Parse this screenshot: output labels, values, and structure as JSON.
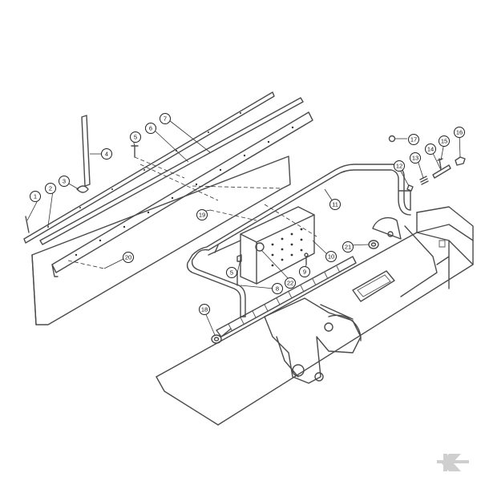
{
  "callouts": [
    {
      "id": "c1",
      "label": "1"
    },
    {
      "id": "c2",
      "label": "2"
    },
    {
      "id": "c3",
      "label": "3"
    },
    {
      "id": "c4",
      "label": "4"
    },
    {
      "id": "c5a",
      "label": "5"
    },
    {
      "id": "c5b",
      "label": "5"
    },
    {
      "id": "c6",
      "label": "6"
    },
    {
      "id": "c7",
      "label": "7"
    },
    {
      "id": "c8",
      "label": "8"
    },
    {
      "id": "c9",
      "label": "9"
    },
    {
      "id": "c10",
      "label": "10"
    },
    {
      "id": "c11",
      "label": "11"
    },
    {
      "id": "c12",
      "label": "12"
    },
    {
      "id": "c13",
      "label": "13"
    },
    {
      "id": "c14",
      "label": "14"
    },
    {
      "id": "c15",
      "label": "15"
    },
    {
      "id": "c16",
      "label": "16"
    },
    {
      "id": "c17",
      "label": "17"
    },
    {
      "id": "c18",
      "label": "18"
    },
    {
      "id": "c19",
      "label": "19"
    },
    {
      "id": "c20",
      "label": "20"
    },
    {
      "id": "c21",
      "label": "21"
    },
    {
      "id": "c22",
      "label": "22"
    }
  ],
  "colors": {
    "line": "#4a4a4a",
    "logo": "#cfcfcf"
  },
  "logo_icon": "k-logo-icon"
}
